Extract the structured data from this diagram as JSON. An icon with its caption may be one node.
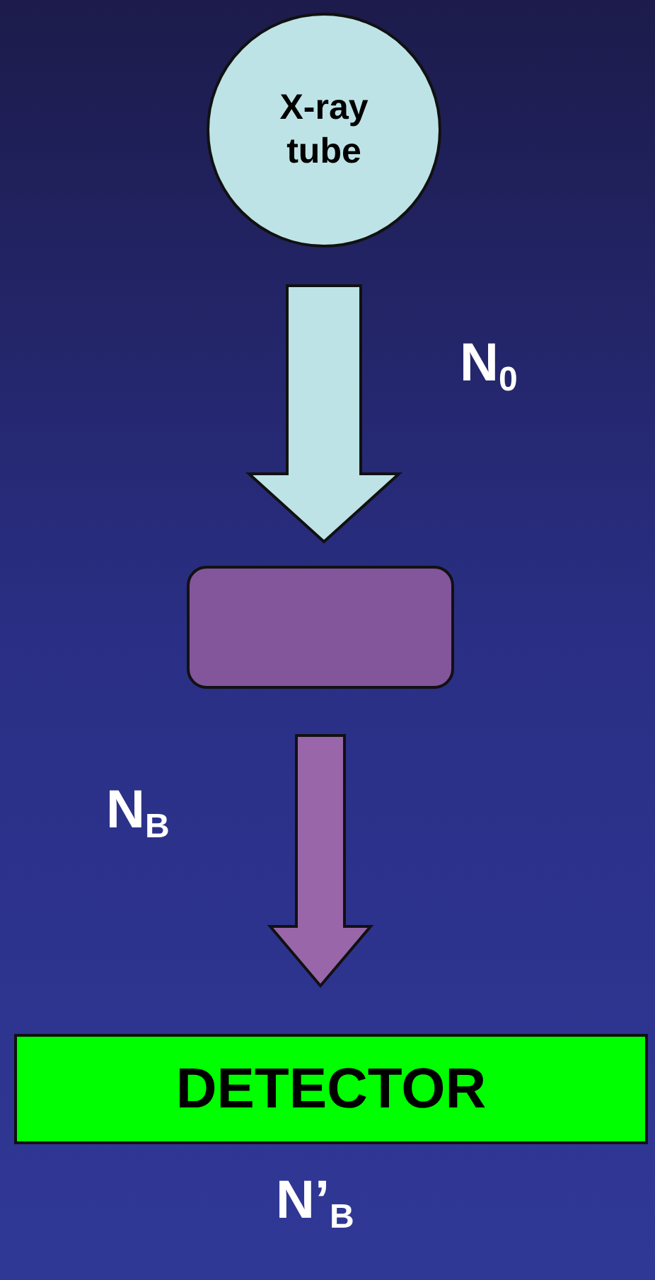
{
  "diagram": {
    "nodes": [
      {
        "text": [
          "X-ray tube"
        ]
      },
      {
        "text": [],
        "shape": "box"
      },
      {
        "text": [
          "DETECTOR"
        ],
        "beside": [
          "N’$_{B}$"
        ]
      }
    ],
    "edges": [
      {
        "from": 0,
        "to": 1,
        "arrow": "to",
        "label": "N$_{0}$",
        "color": "#bde3e6"
      },
      {
        "from": 1,
        "to": 2,
        "arrow": "to",
        "label": "N$_{B}$",
        "color": "#9966aa"
      }
    ]
  }
}
